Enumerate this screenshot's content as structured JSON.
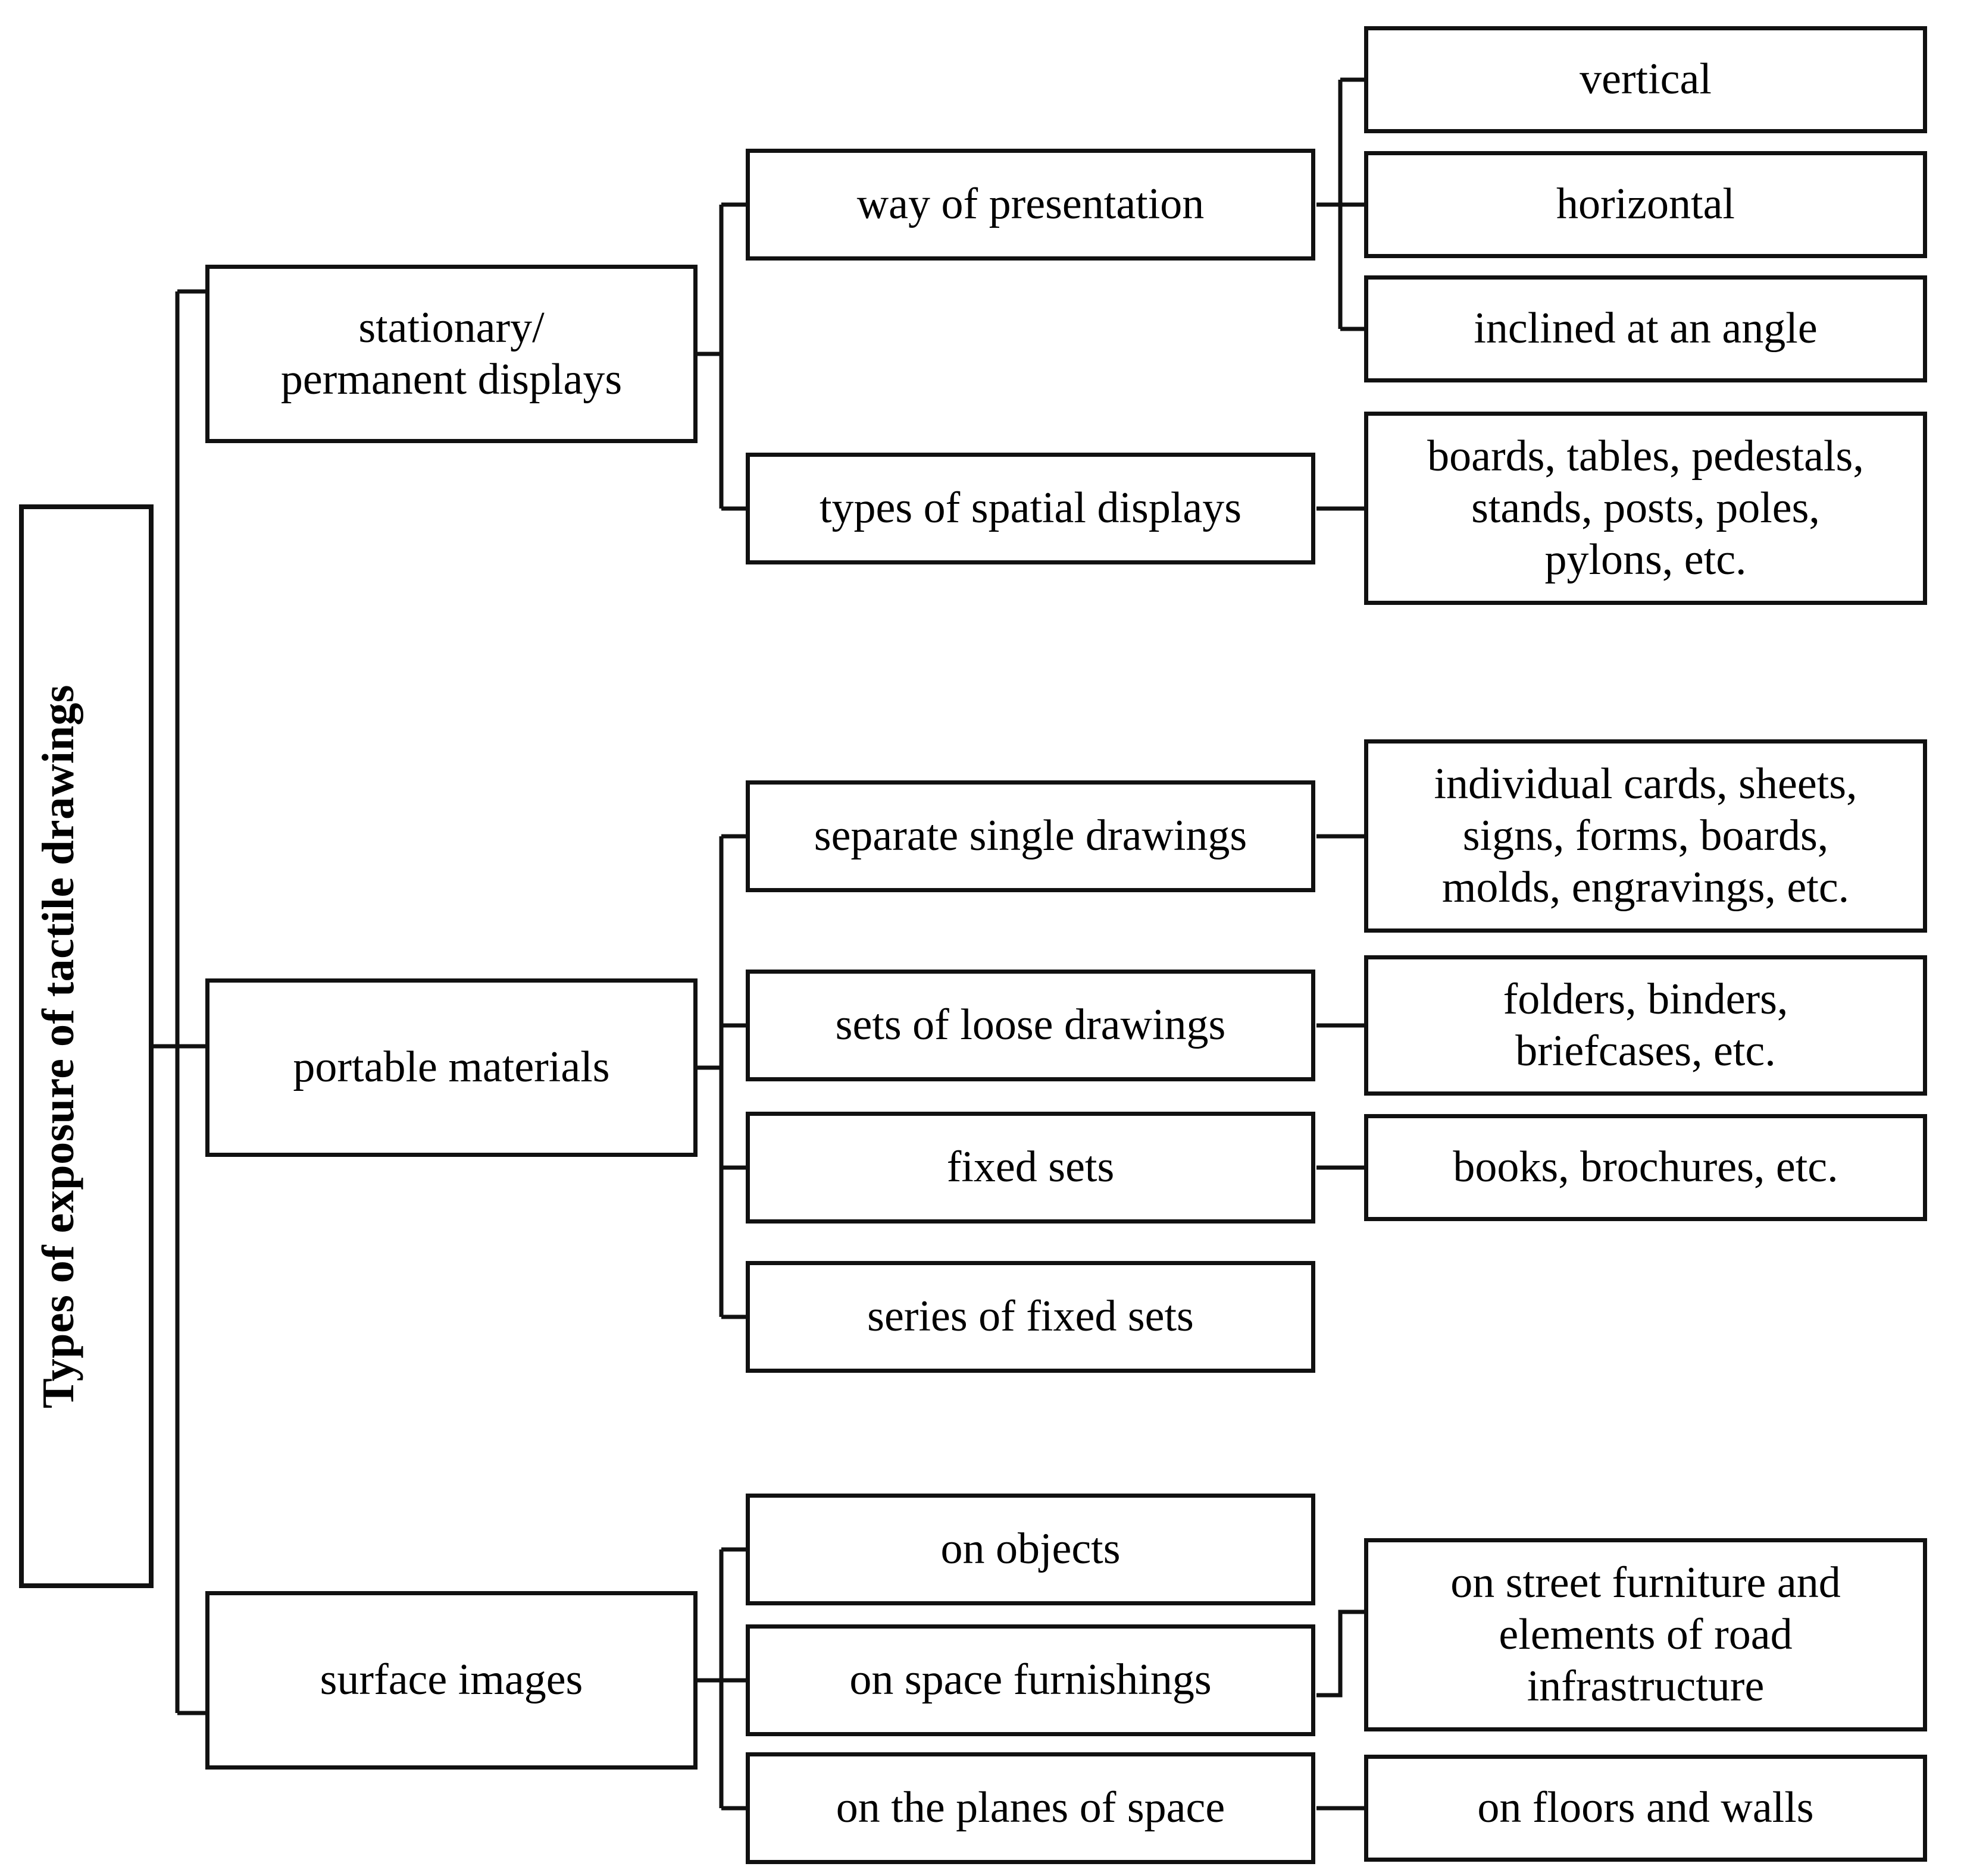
{
  "diagram": {
    "title": "Types of exposure of tactile drawings",
    "type": "hierarchical-tree",
    "orientation": "left-to-right",
    "line_color": "#111111",
    "background_color": "#ffffff",
    "text_color": "#000000"
  },
  "root": {
    "label": "Types of exposure of tactile drawings"
  },
  "branches": [
    {
      "id": "stationary",
      "label": "stationary/\npermanent displays",
      "label_line1": "stationary/",
      "label_line2": "permanent displays",
      "children": [
        {
          "id": "way-of-presentation",
          "label": "way of presentation",
          "children": [
            {
              "id": "vertical",
              "label": "vertical"
            },
            {
              "id": "horizontal",
              "label": "horizontal"
            },
            {
              "id": "inclined-at-an-angle",
              "label": "inclined at an angle"
            }
          ]
        },
        {
          "id": "types-of-spatial-displays",
          "label": "types of spatial displays",
          "children": [
            {
              "id": "boards-tables-pedestals",
              "label": "boards, tables, pedestals, stands, posts, poles, pylons, etc.",
              "label_line1": "boards, tables, pedestals,",
              "label_line2": "stands, posts, poles,",
              "label_line3": "pylons, etc."
            }
          ]
        }
      ]
    },
    {
      "id": "portable-materials",
      "label": "portable materials",
      "children": [
        {
          "id": "separate-single-drawings",
          "label": "separate single drawings",
          "children": [
            {
              "id": "individual-cards-sheets",
              "label": "individual cards, sheets, signs, forms, boards, molds, engravings, etc.",
              "label_line1": "individual cards, sheets,",
              "label_line2": "signs, forms, boards,",
              "label_line3": "molds, engravings, etc."
            }
          ]
        },
        {
          "id": "sets-of-loose-drawings",
          "label": "sets of loose drawings",
          "children": [
            {
              "id": "folders-binders-briefcases",
              "label": "folders, binders, briefcases, etc.",
              "label_line1": "folders, binders,",
              "label_line2": "briefcases, etc."
            }
          ]
        },
        {
          "id": "fixed-sets",
          "label": "fixed sets",
          "children": [
            {
              "id": "books-brochures",
              "label": "books, brochures, etc."
            }
          ]
        },
        {
          "id": "series-of-fixed-sets",
          "label": "series of fixed sets",
          "children": []
        }
      ]
    },
    {
      "id": "surface-images",
      "label": "surface images",
      "children": [
        {
          "id": "on-objects",
          "label": "on objects",
          "children": []
        },
        {
          "id": "on-space-furnishings",
          "label": "on space furnishings",
          "children": [
            {
              "id": "on-street-furniture",
              "label": "on street furniture and elements of road infrastructure",
              "label_line1": "on street furniture and",
              "label_line2": "elements of road",
              "label_line3": "infrastructure"
            }
          ]
        },
        {
          "id": "on-the-planes-of-space",
          "label": "on the planes of space",
          "children": [
            {
              "id": "on-floors-and-walls",
              "label": "on floors and walls"
            }
          ]
        }
      ]
    }
  ]
}
